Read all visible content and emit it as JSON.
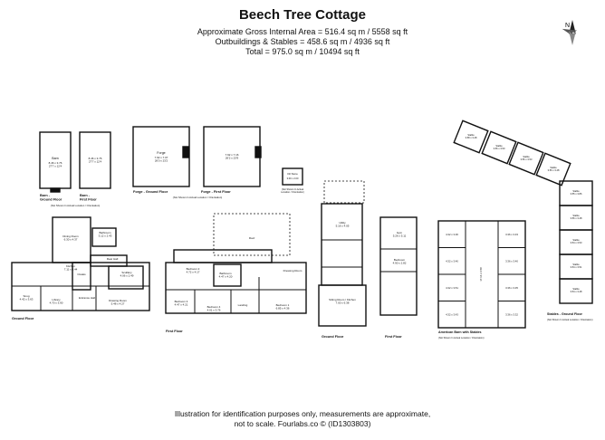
{
  "header": {
    "title": "Beech Tree Cottage",
    "gross_area": "Approximate Gross Internal Area = 516.4 sq m / 5558 sq ft",
    "outbuildings": "Outbuildings & Stables = 458.6 sq m / 4936 sq ft",
    "total": "Total = 975.0 sq m / 10494 sq ft"
  },
  "compass": {
    "letter": "N"
  },
  "barn": {
    "ground_room": "Barn",
    "ground_dims": "8.46 x 3.76\n27'7 x 12'4",
    "first_dims": "8.46 x 3.76\n27'7 x 12'4",
    "ground_label": "Barn -\nGround Floor",
    "first_label": "Barn -\nFirst Floor",
    "note": "(Not Shown In Actual Location / Orientation)"
  },
  "forge": {
    "ground_room": "Forge",
    "ground_dims": "7.92 x 7.07\n26'0 x 23'2",
    "first_dims": "7.92 x 7.16\n26'2 x 23'9",
    "ground_label": "Forge - Ground Floor",
    "first_label": "Forge - First Floor",
    "note": "(Not Shown In Actual Location / Orientation)"
  },
  "store": {
    "label": "Oil Store",
    "dims": "3.00 x 2.00",
    "note": "(Not Shown In Actual\nLocation / Orientation)"
  },
  "house": {
    "ground_label": "Ground Floor",
    "first_label": "First Floor",
    "ground_rooms": [
      {
        "name": "Dining Room",
        "dims": "6.30 x 4.37"
      },
      {
        "name": "Kitchen",
        "dims": "7.11 x 4.44"
      },
      {
        "name": "Snug",
        "dims": "4.42 x 3.63"
      },
      {
        "name": "Library",
        "dims": "4.70 x 3.90"
      },
      {
        "name": "Drawing Room",
        "dims": "5.48 x 4.27"
      },
      {
        "name": "Sculllery",
        "dims": "4.06 x 2.49"
      },
      {
        "name": "Bathroom",
        "dims": "3.12 x 2.43"
      },
      {
        "name": "Rear Hall",
        "dims": ""
      },
      {
        "name": "Cloaks",
        "dims": ""
      },
      {
        "name": "Entrance Hall",
        "dims": ""
      }
    ],
    "first_rooms": [
      {
        "name": "Bedroom 2",
        "dims": "4.72 x 4.17"
      },
      {
        "name": "Bathroom",
        "dims": "4.47 x 4.20"
      },
      {
        "name": "Bedroom 3",
        "dims": "4.47 x 4.21"
      },
      {
        "name": "Bedroom 4",
        "dims": "4.01 x 3.76"
      },
      {
        "name": "Bedroom 1",
        "dims": "6.85 x 4.36"
      },
      {
        "name": "Dressing Room",
        "dims": ""
      },
      {
        "name": "Landing",
        "dims": ""
      },
      {
        "name": "Roof",
        "dims": ""
      }
    ]
  },
  "annexe": {
    "ground_label": "Ground Floor",
    "first_label": "First Floor",
    "rooms": [
      {
        "name": "Utility",
        "dims": "5.16 x 4.05"
      },
      {
        "name": "Sitting Room / Kitchen",
        "dims": "7.00 x 6.38"
      },
      {
        "name": "Gym",
        "dims": "5.26 x 5.11"
      },
      {
        "name": "Bedroom",
        "dims": "4.90 x 2.82"
      }
    ]
  },
  "american_barn": {
    "label": "American Barn with Stables",
    "note": "(Not Shown In Actual Location / Orientation)",
    "left_stables": [
      "4.32 x 3.36",
      "4.32 x 3.40",
      "4.32 x 3.51",
      "4.32 x 3.43"
    ],
    "right_stables": [
      "3.36 x 3.33",
      "3.36 x 3.40",
      "3.36 x 3.35",
      "3.36 x 3.32"
    ],
    "aisle": "17.16 x 3.58"
  },
  "stables_block": {
    "label": "Stables - Ground Floor",
    "note": "(Not Shown In Actual Location / Orientation)",
    "room_name": "Stable",
    "diagonal": [
      "3.58 x 3.48",
      "3.56 x 3.50",
      "3.56 x 3.53",
      "3.56 x 3.48"
    ],
    "vertical": [
      "3.55 x 3.86",
      "3.56 x 3.48",
      "3.54 x 3.53",
      "3.54 x 3.51",
      "3.54 x 3.48"
    ]
  },
  "footer": {
    "disclaimer_1": "Illustration for identification purposes only, measurements are approximate,",
    "disclaimer_2": "not to scale. Fourlabs.co © (ID1303803)"
  }
}
